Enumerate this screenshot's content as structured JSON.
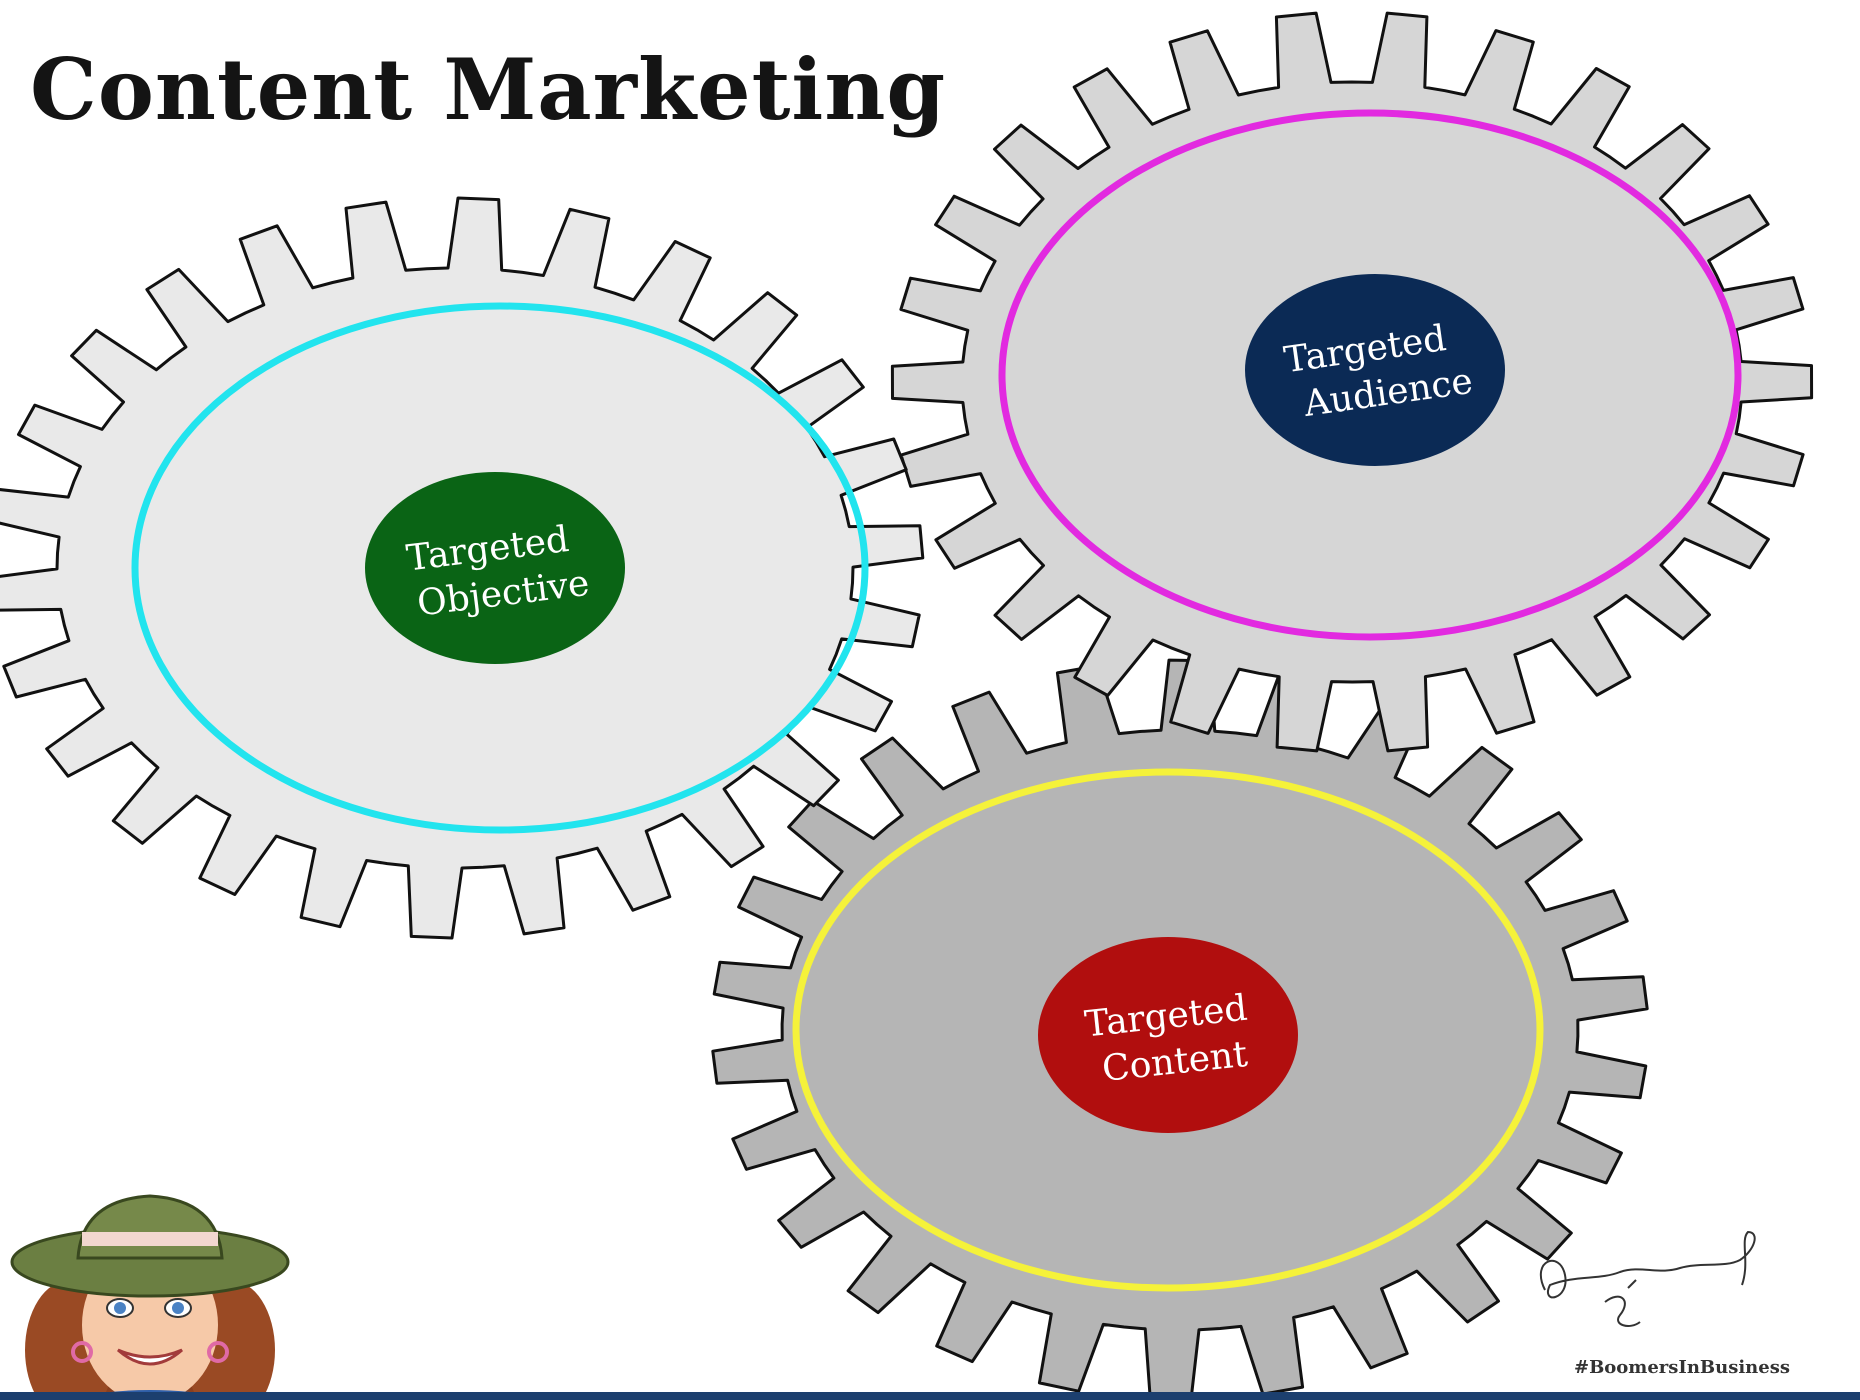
{
  "title": "Content Marketing",
  "gears": [
    {
      "id": "objective",
      "label_line1": "Targeted",
      "label_line2": "Objective",
      "body_color": "#e9e9e9",
      "ring_color": "#22e4ee",
      "hub_color": "#0a6415"
    },
    {
      "id": "audience",
      "label_line1": "Targeted",
      "label_line2": "Audience",
      "body_color": "#d6d6d6",
      "ring_color": "#e22ae0",
      "hub_color": "#0b2a55"
    },
    {
      "id": "content",
      "label_line1": "Targeted",
      "label_line2": "Content",
      "body_color": "#b5b5b5",
      "ring_color": "#f5f23a",
      "hub_color": "#b10e0e"
    }
  ],
  "signature": "Kimberly B",
  "hashtag": "#BoomersInBusiness",
  "colors": {
    "outline": "#111111",
    "footer_bar": "#1c3f6e",
    "title": "#141414"
  },
  "icons": [
    "woman-with-hat-avatar",
    "signature-mark"
  ]
}
